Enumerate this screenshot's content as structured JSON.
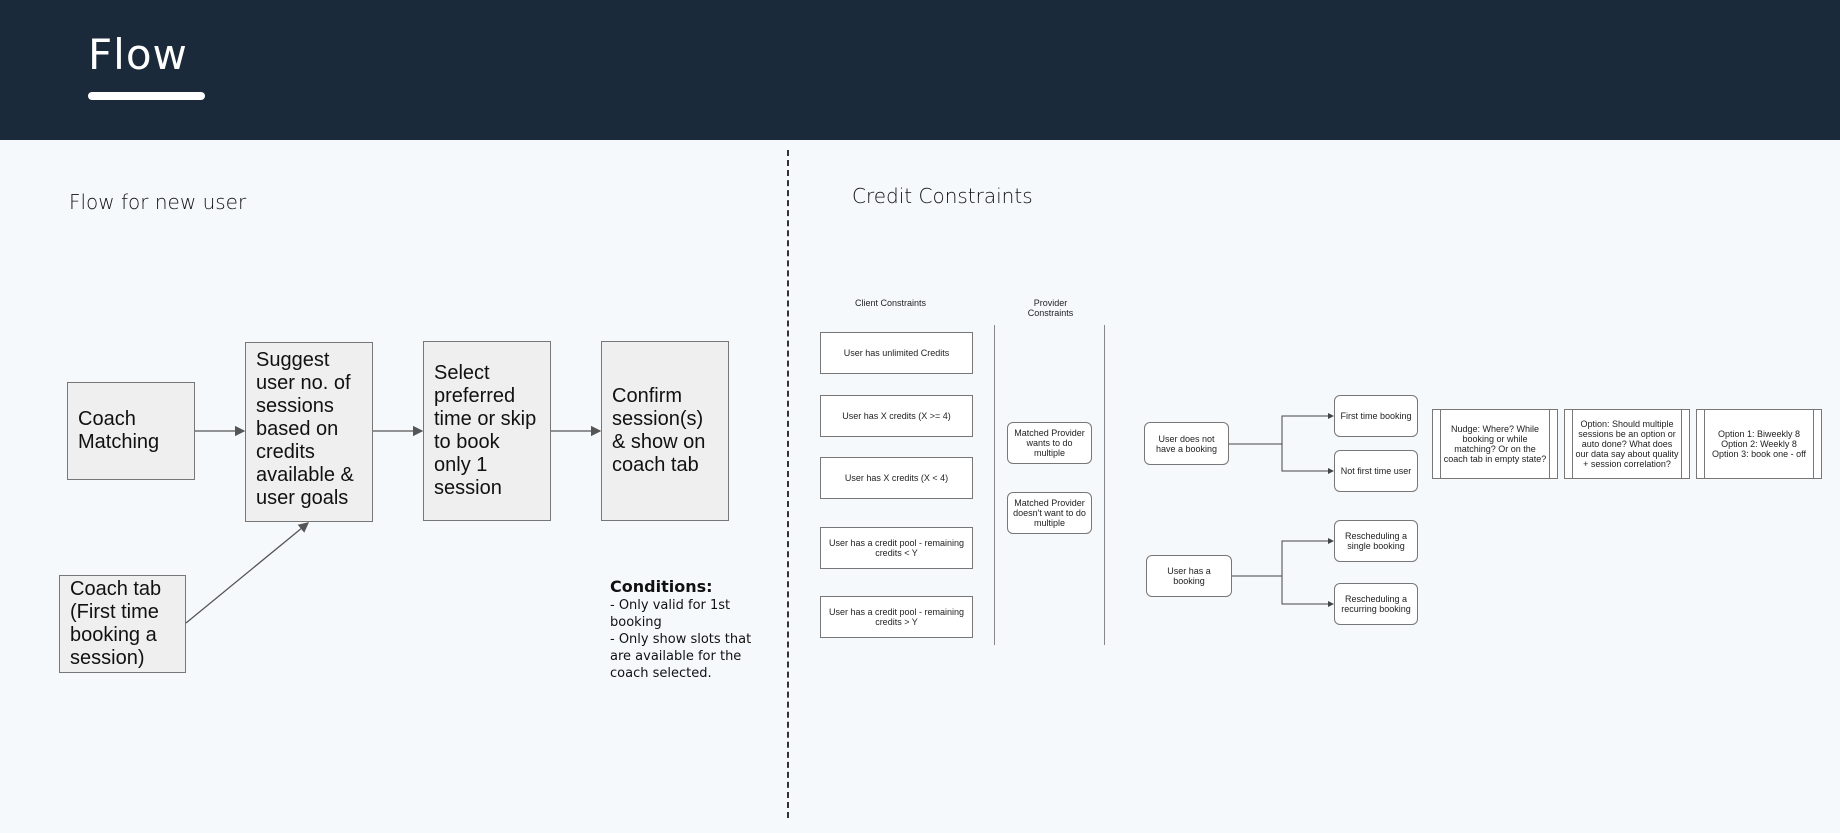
{
  "header": {
    "title": "Flow"
  },
  "left_section": {
    "title": "Flow for new user",
    "boxes": {
      "coach_matching": "Coach Matching",
      "suggest_sessions": "Suggest user no. of sessions based on credits available & user goals",
      "select_time": "Select preferred time or skip to book only 1 session",
      "confirm_sessions": "Confirm session(s) & show on coach tab",
      "coach_tab": "Coach tab (First time booking a session)"
    },
    "conditions": {
      "heading": "Conditions:",
      "lines": [
        "- Only valid for 1st booking",
        "- Only show slots that are available for the coach selected."
      ]
    }
  },
  "right_section": {
    "title": "Credit Constraints",
    "client_header": "Client Constraints",
    "provider_header": "Provider Constraints",
    "client_constraints": [
      "User has unlimited Credits",
      "User has X credits (X >= 4)",
      "User has X credits (X < 4)",
      "User has a credit pool - remaining credits < Y",
      "User has a credit pool - remaining credits > Y"
    ],
    "provider_constraints": [
      "Matched Provider wants to do multiple",
      "Matched Provider doesn't want to do multiple"
    ],
    "no_booking": {
      "label": "User does not have a booking",
      "branches": [
        "First time booking",
        "Not first time user"
      ]
    },
    "has_booking": {
      "label": "User has a booking",
      "branches": [
        "Rescheduling a single booking",
        "Rescheduling a recurring booking"
      ]
    },
    "notes": [
      "Nudge: Where? While booking or while matching? Or on the coach tab in empty state?",
      "Option: Should multiple sessions be an option or auto done? What does our data say about quality + session correlation?",
      "Option 1: Biweekly 8 Option 2: Weekly 8 Option 3: book one - off"
    ]
  }
}
